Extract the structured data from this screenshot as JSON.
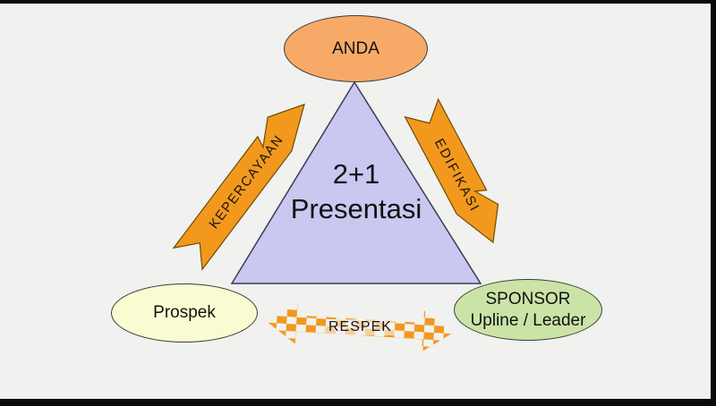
{
  "slide": {
    "background": "#f1f1ef",
    "triangle": {
      "title_line1": "2+1",
      "title_line2": "Presentasi",
      "fill": "#c8c8f0"
    },
    "nodes": {
      "top": {
        "label": "ANDA",
        "fill": "#f7aa68"
      },
      "bottom_left": {
        "label": "Prospek",
        "fill": "#fbfbd2"
      },
      "bottom_right": {
        "label_line1": "SPONSOR",
        "label_line2": "Upline / Leader",
        "fill": "#cbe3a6"
      }
    },
    "arrows": {
      "left": {
        "label": "KEPERCAYAAN",
        "color": "#f2991d",
        "direction": "up-right"
      },
      "right": {
        "label": "EDIFIKASI",
        "color": "#f2991d",
        "direction": "down-right"
      },
      "bottom": {
        "label": "RESPEK",
        "color": "#f2991d",
        "style": "checkered",
        "direction": "left-right"
      }
    }
  }
}
